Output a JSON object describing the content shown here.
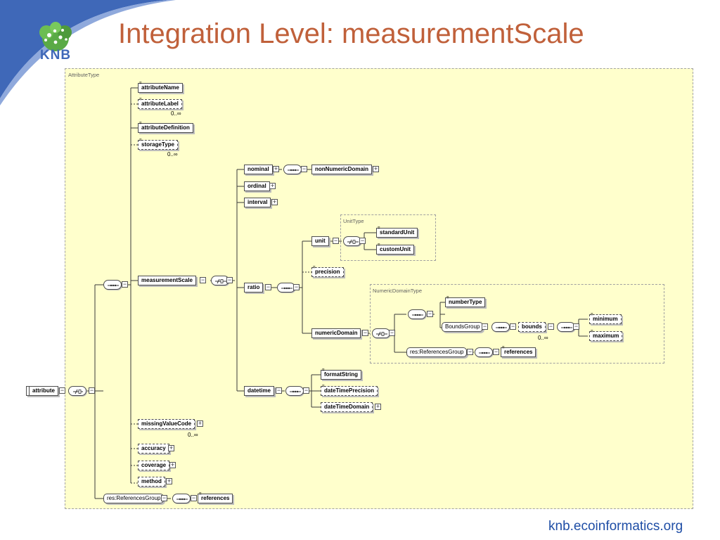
{
  "slide": {
    "title": "Integration Level: measurementScale",
    "logo_text": "KNB",
    "footer": "knb.ecoinformatics.org"
  },
  "colors": {
    "title": "#c0603a",
    "footer": "#1f4ea6",
    "accent_blue": "#3f68b8",
    "logo_green": "#5aaa46",
    "diagram_bg": "#ffffcc"
  },
  "diagram": {
    "frame_attribute_type": "AttributeType",
    "frame_unit_type": "UnitType",
    "frame_numeric_domain_type": "NumericDomainType",
    "attribute_mark": "=",
    "elements": {
      "attribute": "attribute",
      "attribute_name": "attributeName",
      "attribute_label": "attributeLabel",
      "attribute_definition": "attributeDefinition",
      "storage_type": "storageType",
      "measurement_scale": "measurementScale",
      "nominal": "nominal",
      "non_numeric_domain": "nonNumericDomain",
      "ordinal": "ordinal",
      "interval": "interval",
      "ratio": "ratio",
      "unit": "unit",
      "standard_unit": "standardUnit",
      "custom_unit": "customUnit",
      "precision": "precision",
      "numeric_domain": "numericDomain",
      "number_type": "numberType",
      "bounds_group": "BoundsGroup",
      "bounds": "bounds",
      "minimum": "minimum",
      "maximum": "maximum",
      "res_references_group_inner": "res:ReferencesGroup",
      "references_inner": "references",
      "datetime": "datetime",
      "format_string": "formatString",
      "datetime_precision": "dateTimePrecision",
      "datetime_domain": "dateTimeDomain",
      "missing_value_code": "missingValueCode",
      "accuracy": "accuracy",
      "coverage": "coverage",
      "method": "method",
      "res_references_group_outer": "res:ReferencesGroup",
      "references_outer": "references"
    },
    "cardinality": {
      "attribute_label": "0..∞",
      "storage_type": "0..∞",
      "bounds": "0..∞",
      "missing_value_code": "0..∞"
    }
  }
}
